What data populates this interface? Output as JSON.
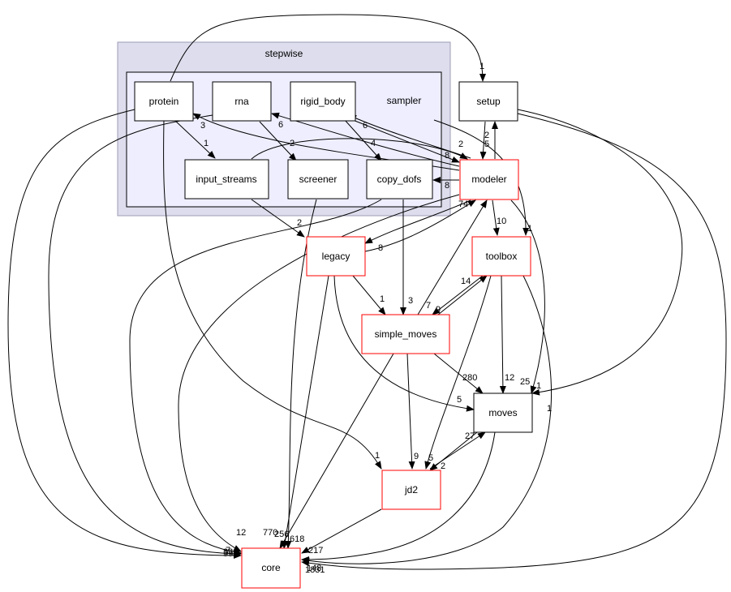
{
  "colors": {
    "outer_cluster_fill": "#dddded",
    "outer_cluster_stroke": "#9c9cb4",
    "inner_cluster_fill": "#eeeeff",
    "inner_cluster_stroke": "#000000",
    "node_fill": "#ffffff",
    "node_stroke_black": "#000000",
    "node_stroke_red": "#ff0000",
    "edge": "#000000"
  },
  "clusters": {
    "outer_label": "stepwise",
    "inner_label": "sampler"
  },
  "nodes": {
    "protein": "protein",
    "rna": "rna",
    "rigid_body": "rigid_body",
    "input_streams": "input_streams",
    "screener": "screener",
    "copy_dofs": "copy_dofs",
    "setup": "setup",
    "modeler": "modeler",
    "legacy": "legacy",
    "toolbox": "toolbox",
    "simple_moves": "simple_moves",
    "moves": "moves",
    "jd2": "jd2",
    "core": "core"
  },
  "edge_labels": {
    "protein_setup": "1",
    "protein_input_streams": "1",
    "protein_core": "55",
    "protein_jd2": "1",
    "rna_screener": "2",
    "rna_core": "33",
    "rigid_body_copy_dofs": "4",
    "rigid_body_modeler": "8",
    "modeler_rna": "6",
    "modeler_protein": "3",
    "modeler_rigid_body": "6",
    "input_streams_legacy": "2",
    "copy_dofs_simple_moves": "3",
    "copy_dofs_core": "7",
    "setup_modeler": "5",
    "modeler_setup": "2",
    "modeler_copy_dofs": "8",
    "modeler_toolbox": "10",
    "modeler_legacy": "8",
    "legacy_modeler": "74",
    "modeler_core": "12",
    "modeler_moves": "25",
    "sampler_toolbox": "1",
    "sampler_modeler": "2",
    "legacy_simple_moves": "1",
    "legacy_core": "770",
    "legacy_moves": "5",
    "simple_moves_modeler": "7",
    "toolbox_simple_moves": "9",
    "simple_moves_toolbox": "14",
    "toolbox_moves": "12",
    "toolbox_jd2": "5",
    "toolbox_core": "1",
    "simple_moves_core": "256",
    "simple_moves_moves": "280",
    "simple_moves_jd2": "9",
    "moves_core": "1831",
    "jd2_moves": "27",
    "moves_jd2": "2",
    "jd2_core": "217",
    "setup_moves": "1",
    "setup_core": "148",
    "screener_core": "618"
  }
}
